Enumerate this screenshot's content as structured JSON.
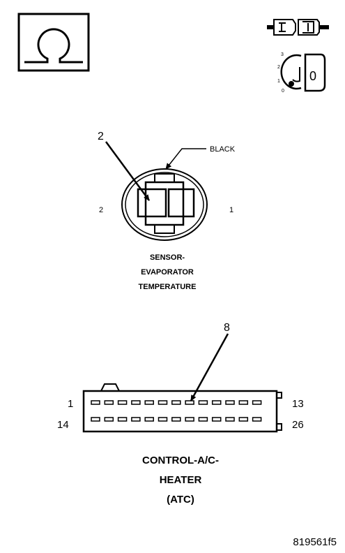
{
  "ignition_icon": {
    "positions": [
      "3",
      "2",
      "1",
      "0"
    ],
    "key_label": "0"
  },
  "sensor": {
    "callout_number": "2",
    "wire_color": "BLACK",
    "pin_left": "2",
    "pin_right": "1",
    "title_lines": [
      "SENSOR-",
      "EVAPORATOR",
      "TEMPERATURE"
    ]
  },
  "control": {
    "callout_number": "8",
    "pin_top_left": "1",
    "pin_top_right": "13",
    "pin_bottom_left": "14",
    "pin_bottom_right": "26",
    "title_lines": [
      "CONTROL-A/C-",
      "HEATER",
      "(ATC)"
    ]
  },
  "figure_id": "819561f5"
}
